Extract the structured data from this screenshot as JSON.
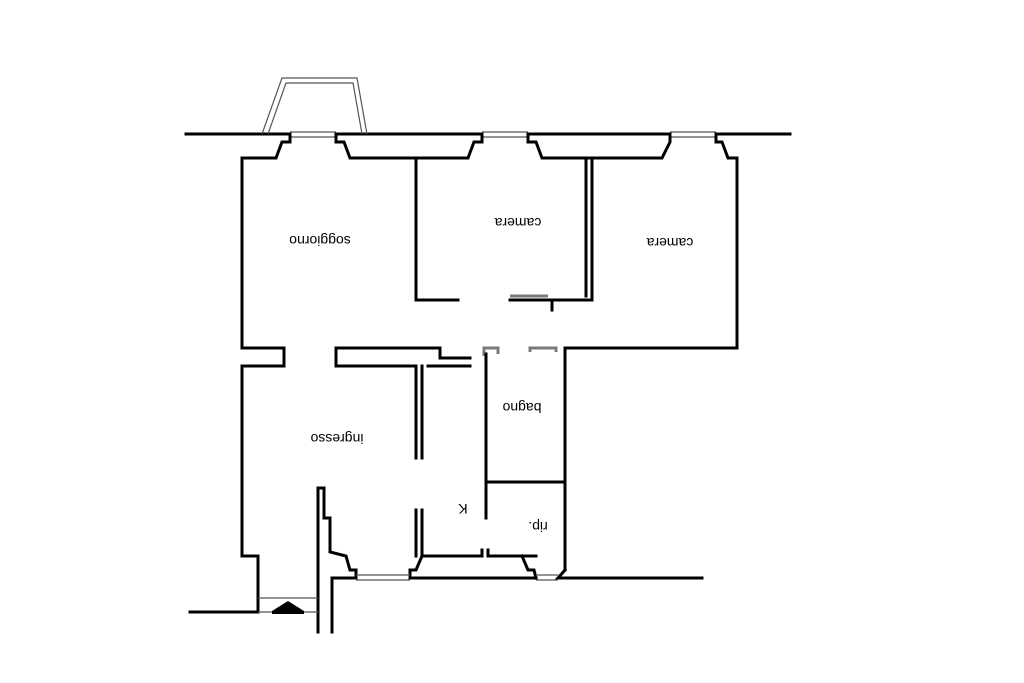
{
  "rooms": {
    "soggiorno": "soggiorno",
    "camera_1": "camera",
    "camera_2": "camera",
    "ingresso": "ingresso",
    "bagno": "bagno",
    "kitchen": "K",
    "ripostiglio": "rip."
  },
  "colors": {
    "wall": "#000000",
    "background": "#ffffff",
    "window": "#555555"
  },
  "icons": {
    "entrance": "entrance-arrow-icon"
  }
}
